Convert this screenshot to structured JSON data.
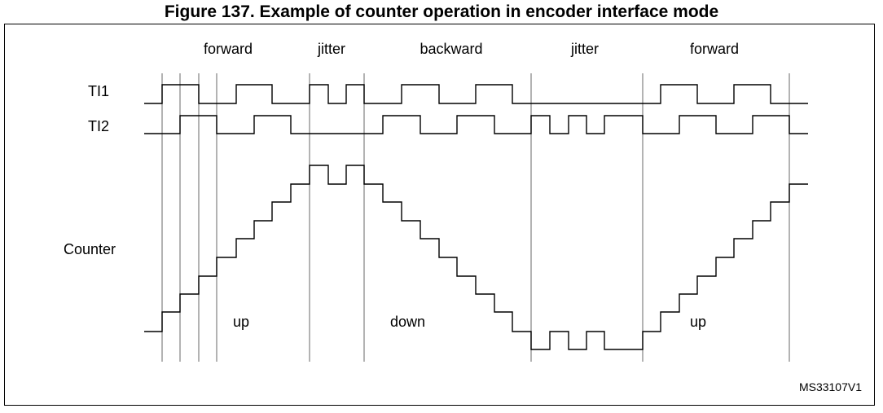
{
  "figure_title": "Figure 137. Example of counter operation in encoder interface mode",
  "phases": [
    "forward",
    "jitter",
    "backward",
    "jitter",
    "forward"
  ],
  "signals": {
    "ti1": "TI1",
    "ti2": "TI2",
    "counter": "Counter"
  },
  "counter_direction": [
    "up",
    "down",
    "up"
  ],
  "figure_code": "MS33107V1",
  "colors": {
    "line": "#000000",
    "guide": "#8a8a8a",
    "background": "#ffffff"
  }
}
